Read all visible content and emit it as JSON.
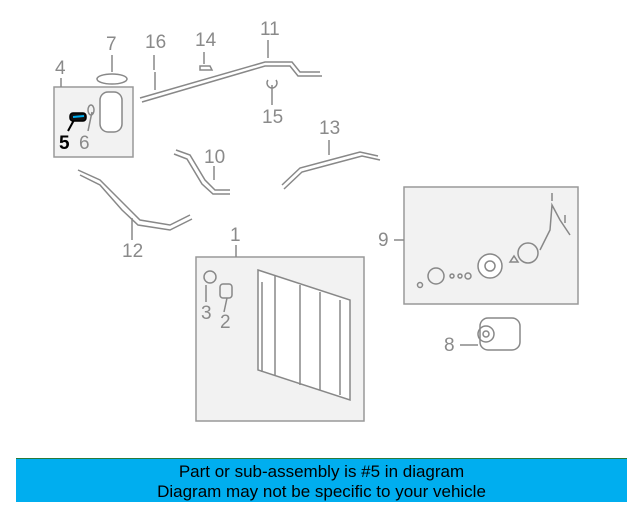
{
  "diagram": {
    "highlighted_part": "5",
    "accent_color": "#00AEEF",
    "callouts": [
      "1",
      "2",
      "3",
      "4",
      "5",
      "6",
      "7",
      "8",
      "9",
      "10",
      "11",
      "12",
      "13",
      "14",
      "15",
      "16"
    ]
  },
  "banner": {
    "line1": "Part or sub-assembly is #5 in diagram",
    "line2": "Diagram may not be specific to your vehicle"
  }
}
